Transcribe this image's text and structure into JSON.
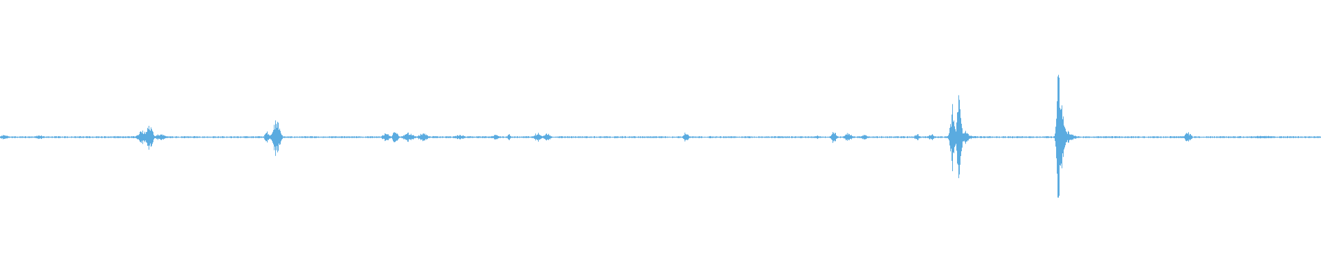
{
  "waveform": {
    "color": "#5aabe0",
    "background": "#ffffff",
    "baseline_amplitude": 0.008,
    "events": [
      {
        "position": 0.003,
        "amplitude": 0.02,
        "spread": 0.003
      },
      {
        "position": 0.03,
        "amplitude": 0.015,
        "spread": 0.004
      },
      {
        "position": 0.108,
        "amplitude": 0.06,
        "spread": 0.004
      },
      {
        "position": 0.113,
        "amplitude": 0.1,
        "spread": 0.003
      },
      {
        "position": 0.121,
        "amplitude": 0.025,
        "spread": 0.005
      },
      {
        "position": 0.202,
        "amplitude": 0.05,
        "spread": 0.002
      },
      {
        "position": 0.209,
        "amplitude": 0.16,
        "spread": 0.003
      },
      {
        "position": 0.292,
        "amplitude": 0.035,
        "spread": 0.003
      },
      {
        "position": 0.299,
        "amplitude": 0.07,
        "spread": 0.002
      },
      {
        "position": 0.309,
        "amplitude": 0.04,
        "spread": 0.004
      },
      {
        "position": 0.32,
        "amplitude": 0.035,
        "spread": 0.004
      },
      {
        "position": 0.348,
        "amplitude": 0.02,
        "spread": 0.004
      },
      {
        "position": 0.375,
        "amplitude": 0.02,
        "spread": 0.003
      },
      {
        "position": 0.385,
        "amplitude": 0.03,
        "spread": 0.001
      },
      {
        "position": 0.407,
        "amplitude": 0.04,
        "spread": 0.003
      },
      {
        "position": 0.414,
        "amplitude": 0.03,
        "spread": 0.003
      },
      {
        "position": 0.519,
        "amplitude": 0.045,
        "spread": 0.002
      },
      {
        "position": 0.619,
        "amplitude": 0.015,
        "spread": 0.002
      },
      {
        "position": 0.631,
        "amplitude": 0.055,
        "spread": 0.002
      },
      {
        "position": 0.642,
        "amplitude": 0.035,
        "spread": 0.003
      },
      {
        "position": 0.654,
        "amplitude": 0.02,
        "spread": 0.003
      },
      {
        "position": 0.694,
        "amplitude": 0.03,
        "spread": 0.002
      },
      {
        "position": 0.705,
        "amplitude": 0.03,
        "spread": 0.002
      },
      {
        "position": 0.721,
        "amplitude": 0.28,
        "spread": 0.002
      },
      {
        "position": 0.726,
        "amplitude": 0.42,
        "spread": 0.002
      },
      {
        "position": 0.73,
        "amplitude": 0.06,
        "spread": 0.004
      },
      {
        "position": 0.801,
        "amplitude": 0.66,
        "spread": 0.0015
      },
      {
        "position": 0.803,
        "amplitude": 0.25,
        "spread": 0.003
      },
      {
        "position": 0.808,
        "amplitude": 0.05,
        "spread": 0.005
      },
      {
        "position": 0.899,
        "amplitude": 0.04,
        "spread": 0.003
      },
      {
        "position": 0.955,
        "amplitude": 0.012,
        "spread": 0.01
      }
    ]
  }
}
